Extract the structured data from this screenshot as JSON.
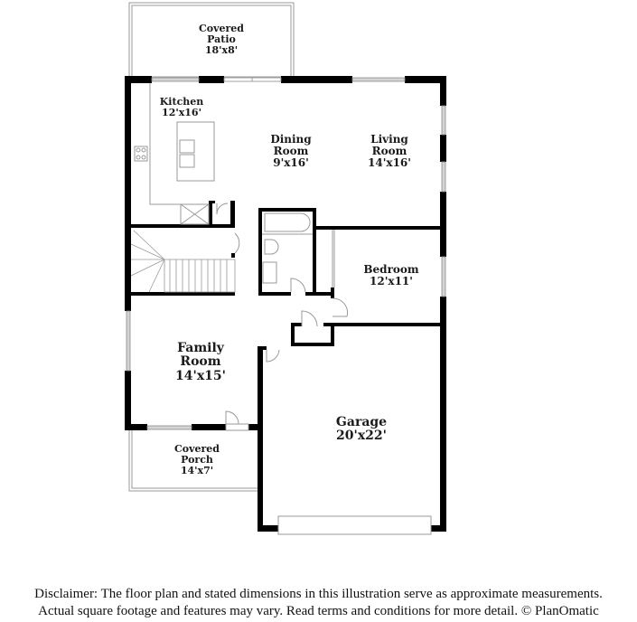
{
  "plan": {
    "colors": {
      "wall": "#000000",
      "window": "#d4d4d4",
      "thin_line": "#9a9a9a",
      "background": "#ffffff"
    },
    "rooms": [
      {
        "id": "covered-patio",
        "name_lines": [
          "Covered",
          "Patio"
        ],
        "dimensions": "18'x8'"
      },
      {
        "id": "kitchen",
        "name_lines": [
          "Kitchen"
        ],
        "dimensions": "12'x16'"
      },
      {
        "id": "dining-room",
        "name_lines": [
          "Dining",
          "Room"
        ],
        "dimensions": "9'x16'"
      },
      {
        "id": "living-room",
        "name_lines": [
          "Living",
          "Room"
        ],
        "dimensions": "14'x16'"
      },
      {
        "id": "bedroom",
        "name_lines": [
          "Bedroom"
        ],
        "dimensions": "12'x11'"
      },
      {
        "id": "family-room",
        "name_lines": [
          "Family",
          "Room"
        ],
        "dimensions": "14'x15'"
      },
      {
        "id": "garage",
        "name_lines": [
          "Garage"
        ],
        "dimensions": "20'x22'"
      },
      {
        "id": "covered-porch",
        "name_lines": [
          "Covered",
          "Porch"
        ],
        "dimensions": "14'x7'"
      }
    ]
  },
  "disclaimer": {
    "line1": "Disclaimer: The floor plan and stated dimensions in this illustration serve as approximate measurements.",
    "line2": "Actual square footage and features may vary. Read terms and conditions for more detail. © PlanOmatic"
  }
}
